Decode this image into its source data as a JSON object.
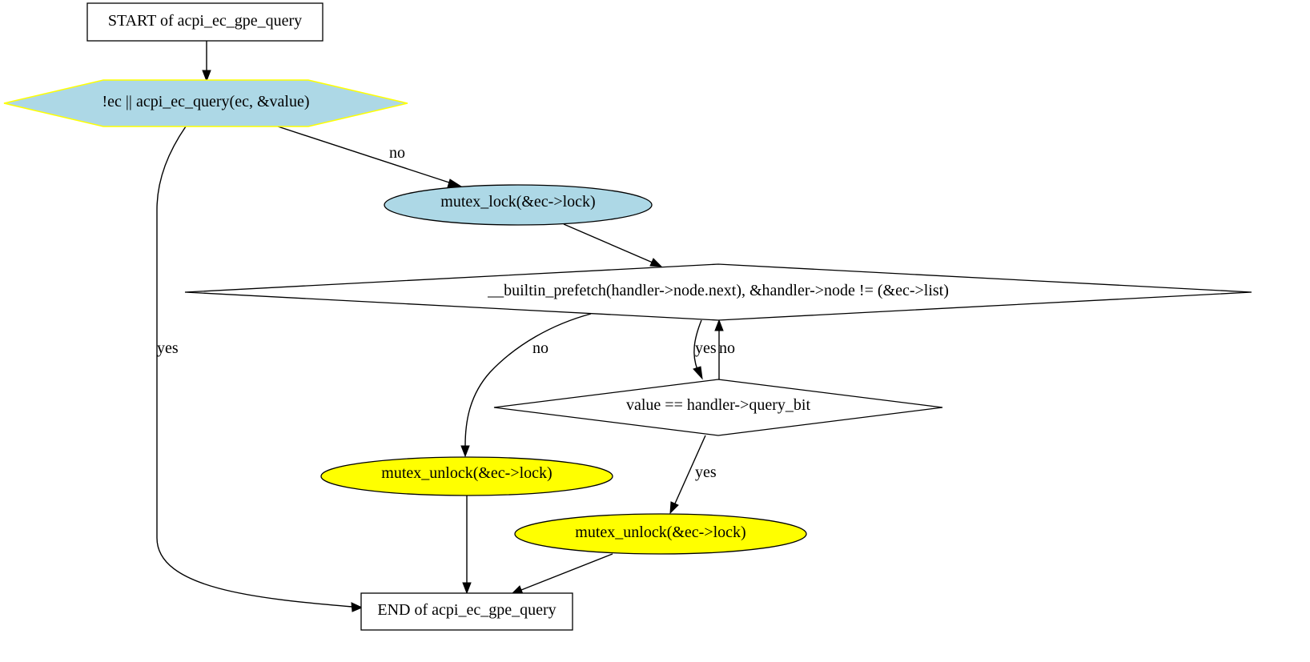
{
  "colors": {
    "blue_fill": "#add8e6",
    "yellow_fill": "#ffff00",
    "yellow_stroke": "#ffff00",
    "white_fill": "#ffffff",
    "edge": "#000000"
  },
  "nodes": {
    "start": {
      "label": "START of acpi_ec_gpe_query",
      "shape": "box"
    },
    "cond1": {
      "label": "!ec || acpi_ec_query(ec, &value)",
      "shape": "hexagon"
    },
    "lock": {
      "label": "mutex_lock(&ec->lock)",
      "shape": "ellipse"
    },
    "loop": {
      "label": "__builtin_prefetch(handler->node.next), &handler->node != (&ec->list)",
      "shape": "diamond"
    },
    "cond2": {
      "label": "value == handler->query_bit",
      "shape": "diamond"
    },
    "unlock1": {
      "label": "mutex_unlock(&ec->lock)",
      "shape": "ellipse"
    },
    "unlock2": {
      "label": "mutex_unlock(&ec->lock)",
      "shape": "ellipse"
    },
    "end": {
      "label": "END of acpi_ec_gpe_query",
      "shape": "box"
    }
  },
  "edges": {
    "cond1_end": {
      "label": "yes"
    },
    "cond1_lock": {
      "label": "no"
    },
    "loop_unlock1": {
      "label": "no"
    },
    "loop_cond2": {
      "label": "yes"
    },
    "cond2_loop": {
      "label": "no"
    },
    "cond2_unlock2": {
      "label": "yes"
    }
  }
}
